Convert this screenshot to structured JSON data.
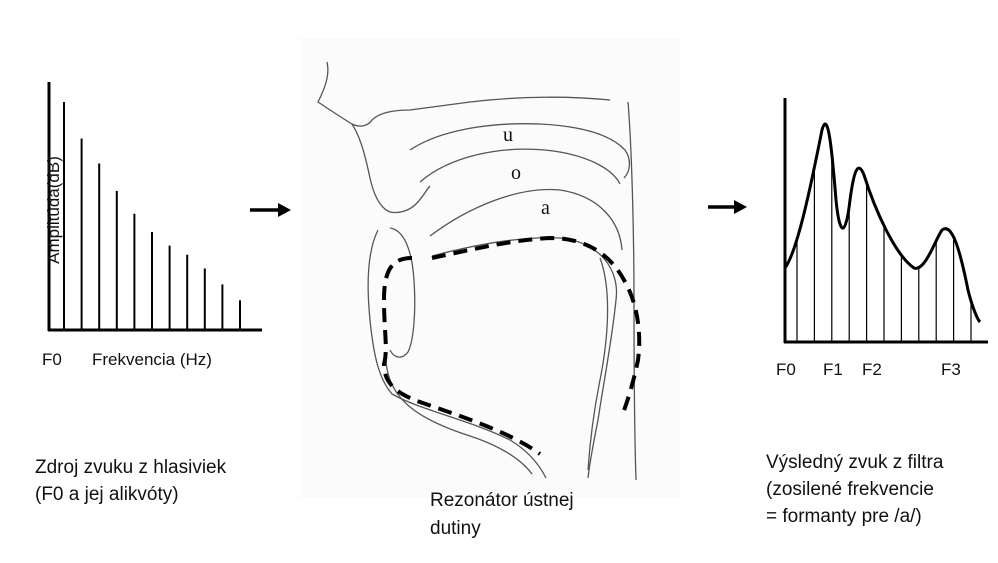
{
  "source_panel": {
    "y_axis_label": "Amplitúda(dB)",
    "x_tick_label": "F0",
    "x_axis_label": "Frekvencia (Hz)",
    "harmonics_relative_amplitude": [
      1.0,
      0.84,
      0.73,
      0.61,
      0.51,
      0.43,
      0.37,
      0.33,
      0.27,
      0.2,
      0.13
    ],
    "caption_line1": "Zdroj zvuku z hlasiviek",
    "caption_line2": "(F0 a jej alikvóty)"
  },
  "filter_panel": {
    "vowel_labels": [
      "u",
      "o",
      "a"
    ],
    "caption_line1": "Rezonátor ústnej",
    "caption_line2": "dutiny"
  },
  "output_panel": {
    "tick_labels": [
      "F0",
      "F1",
      "F2",
      "F3"
    ],
    "caption_line1": "Výsledný zvuk z filtra",
    "caption_line2": "(zosilené frekvencie",
    "caption_line3": "= formanty pre /a/)"
  },
  "colors": {
    "line": "#000000",
    "outline": "#555555",
    "text": "#111111"
  }
}
